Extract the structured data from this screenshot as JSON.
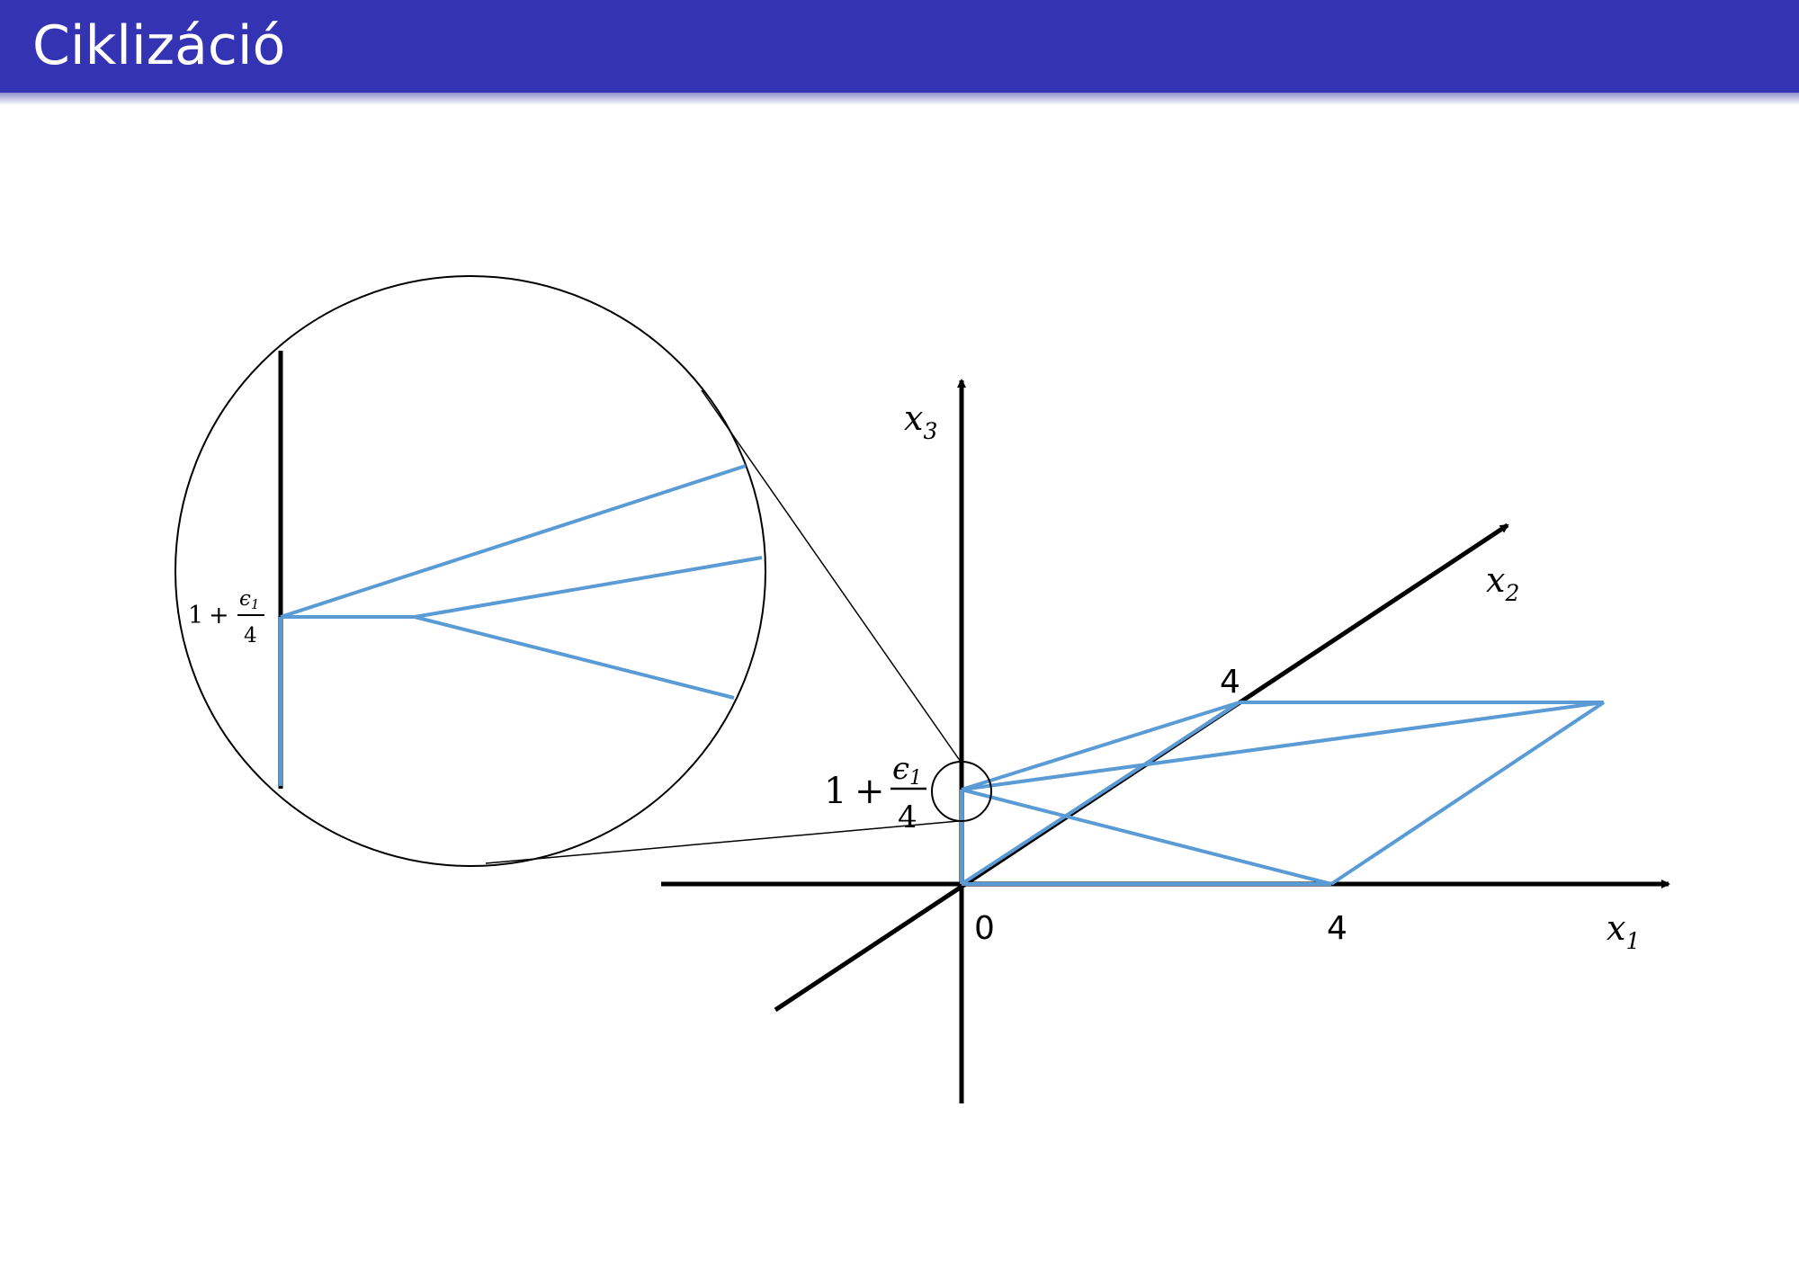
{
  "slide": {
    "title": "Ciklizáció"
  },
  "diagram": {
    "axes": {
      "x1": {
        "var": "x",
        "sub": "1"
      },
      "x2": {
        "var": "x",
        "sub": "2"
      },
      "x3": {
        "var": "x",
        "sub": "3"
      }
    },
    "tick_labels": {
      "origin": "0",
      "x1_four": "4",
      "x2_four": "4"
    },
    "level_label": {
      "one": "1",
      "plus": "+",
      "numerator": "ϵ",
      "numerator_sub": "1",
      "denominator": "4"
    },
    "colors": {
      "title_bar": "#3333b3",
      "edges": "#5b9bd5",
      "axes": "#000000"
    }
  }
}
